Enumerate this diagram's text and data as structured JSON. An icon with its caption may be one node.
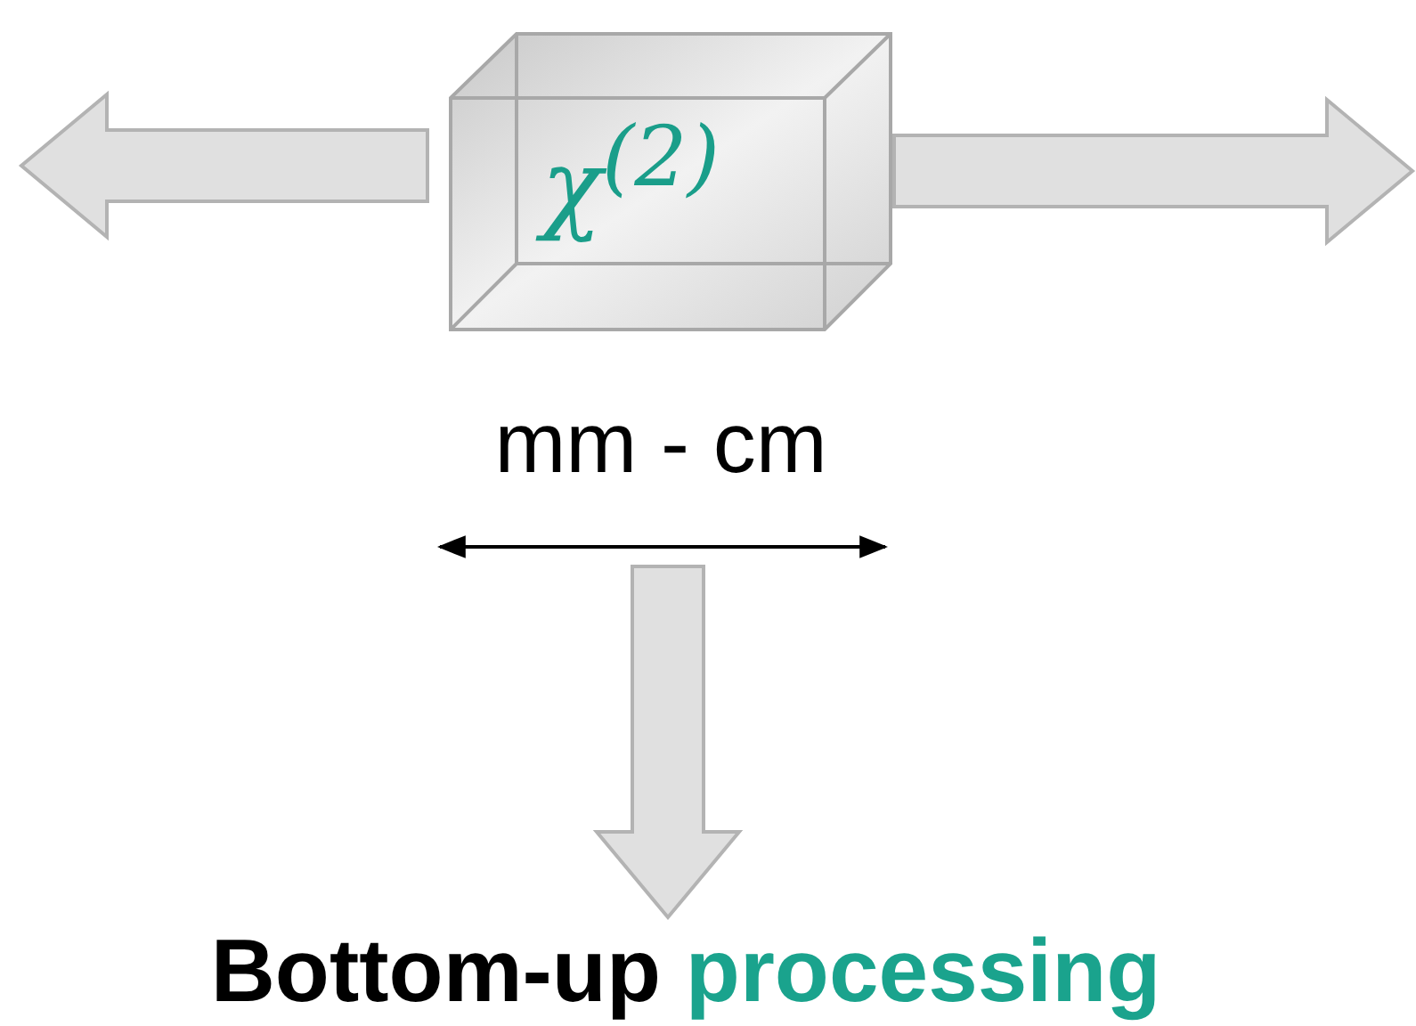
{
  "diagram": {
    "nodes": [
      {
        "text": [
          "χ$^{(2)}$"
        ],
        "beside": [
          "mm - cm"
        ]
      },
      {
        "text": [
          "Bottom-up processing"
        ]
      }
    ],
    "edges": [
      {
        "from": 0,
        "to": null,
        "arrow": "to"
      },
      {
        "from": 0,
        "to": null,
        "arrow": "to"
      },
      {
        "from": 0,
        "to": 1,
        "arrow": "to"
      }
    ]
  }
}
